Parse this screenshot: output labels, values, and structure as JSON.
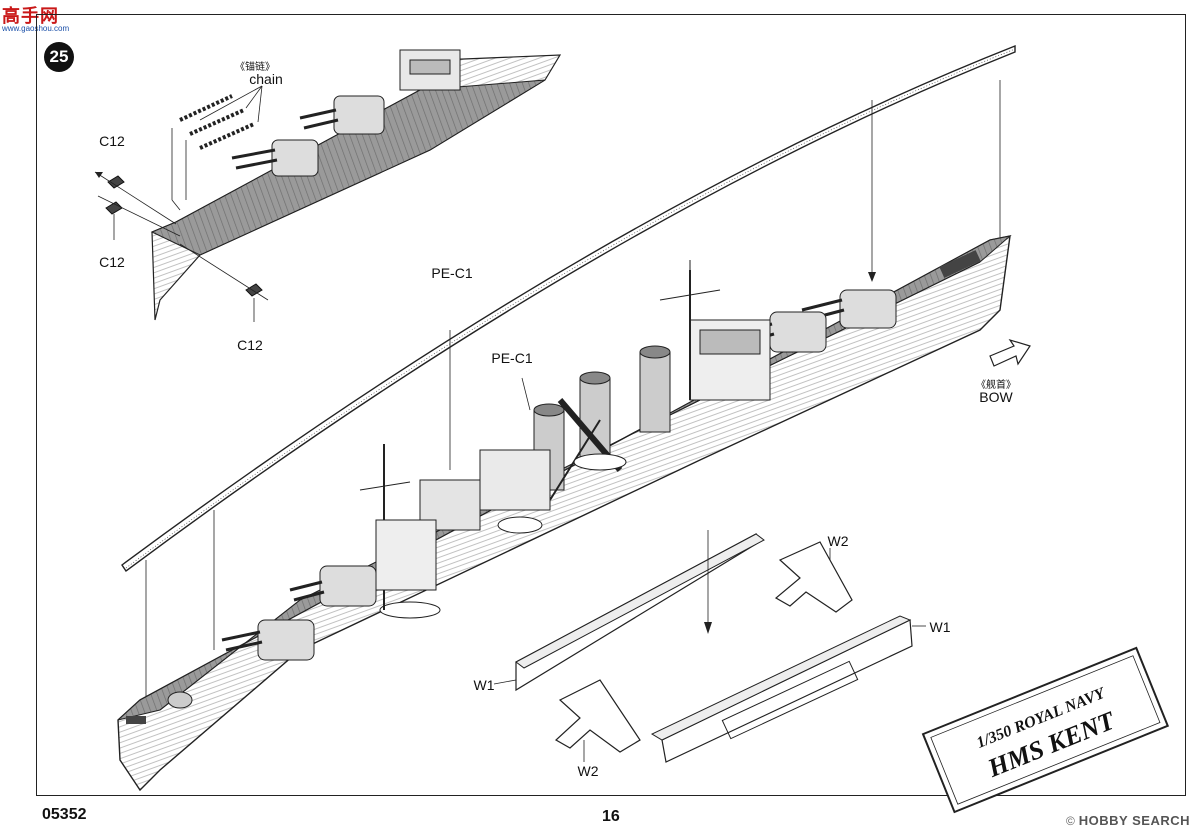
{
  "step_number": "25",
  "watermarks": {
    "site_title": "高手网",
    "site_url": "www.gaoshou.com",
    "hobby_copyright": "©",
    "hobby_brand": "HOBBY SEARCH"
  },
  "labels": {
    "chain_cn": "《锚链》",
    "chain_en": "chain",
    "c12_a": "C12",
    "c12_b": "C12",
    "c12_c": "C12",
    "pe_c1_a": "PE-C1",
    "pe_c1_b": "PE-C1",
    "bow_cn": "《舰首》",
    "bow_en": "BOW",
    "w1_a": "W1",
    "w1_b": "W1",
    "w2_a": "W2",
    "w2_b": "W2"
  },
  "plaque": {
    "line1": "1/350 ROYAL NAVY",
    "line2": "HMS KENT"
  },
  "footer": {
    "kit_number": "05352",
    "page_number": "16"
  },
  "colors": {
    "ink": "#111111",
    "deck": "#8a8a8a",
    "wm_red": "#c91818",
    "wm_blue": "#1a4fa8"
  }
}
